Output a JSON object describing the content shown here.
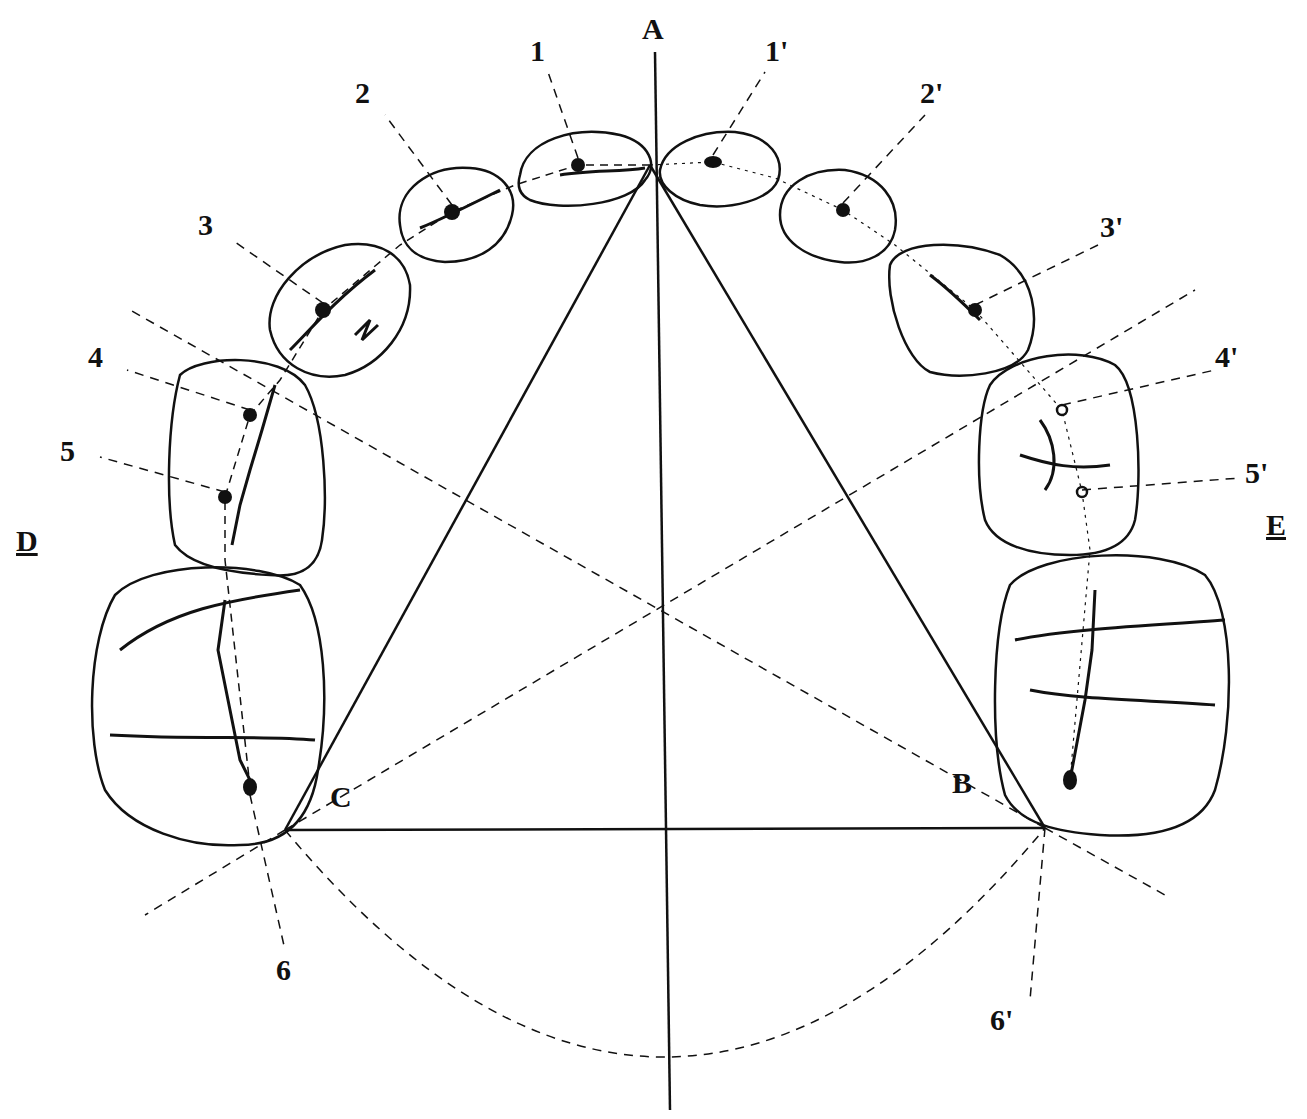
{
  "diagram": {
    "labels": [
      "A",
      "1",
      "1'",
      "2",
      "2'",
      "3",
      "3'",
      "4",
      "4'",
      "5",
      "5'",
      "6",
      "6'",
      "C",
      "B",
      "D",
      "E"
    ]
  }
}
